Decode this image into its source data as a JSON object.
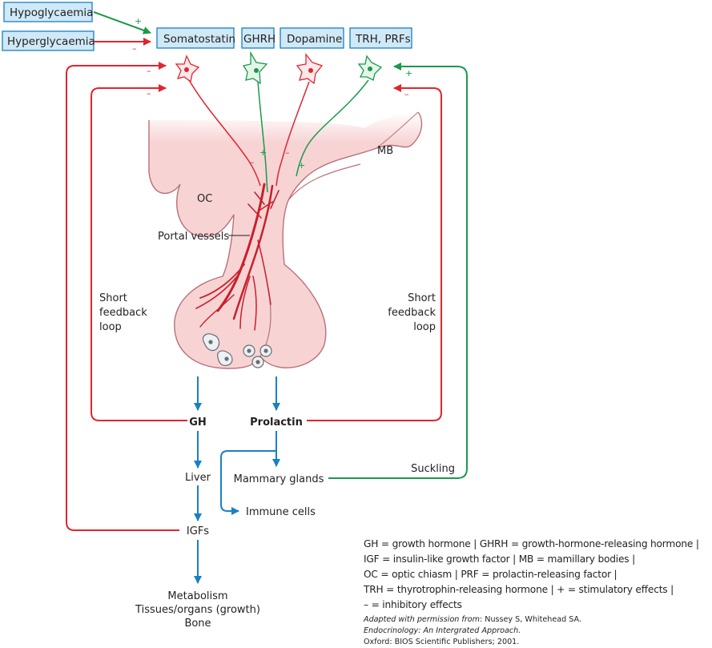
{
  "colors": {
    "stimulatory": "#1a9a4a",
    "inhibitory": "#e0262e",
    "secretion": "#1a80c4",
    "box_fill": "#cfe9f7",
    "box_border": "#1a80c4",
    "tissue_fill": "#f7d3d4",
    "tissue_border": "#b9707a",
    "vessel": "#c8202a"
  },
  "inputs": {
    "hypoglycaemia": "Hypoglycaemia",
    "hyperglycaemia": "Hyperglycaemia"
  },
  "hypothalamic_boxes": [
    {
      "label": "Somatostatin",
      "effect": "inhibitory"
    },
    {
      "label": "GHRH",
      "effect": "stimulatory"
    },
    {
      "label": "Dopamine",
      "effect": "inhibitory"
    },
    {
      "label": "TRH, PRFs",
      "effect": "stimulatory"
    }
  ],
  "signs": {
    "plus": "+",
    "minus": "–"
  },
  "anatomy": {
    "oc": "OC",
    "mb": "MB",
    "portal_vessels": "Portal vessels"
  },
  "feedback": {
    "left": [
      "Short",
      "feedback",
      "loop"
    ],
    "right": [
      "Short",
      "feedback",
      "loop"
    ]
  },
  "hormones": {
    "gh": "GH",
    "prolactin": "Prolactin"
  },
  "targets": {
    "liver": "Liver",
    "igfs": "IGFs",
    "mammary": "Mammary glands",
    "immune": "Immune cells",
    "suckling": "Suckling",
    "effects": [
      "Metabolism",
      "Tissues/organs (growth)",
      "Bone"
    ]
  },
  "legend": [
    "GH = growth hormone  |  GHRH = growth-hormone-releasing hormone  |",
    "IGF = insulin-like growth factor  |  MB = mamillary bodies  |",
    "OC = optic chiasm  |  PRF = prolactin-releasing factor  |",
    "TRH = thyrotrophin-releasing hormone  |  + = stimulatory effects  |",
    "– = inhibitory effects"
  ],
  "credit": {
    "line1_italic": "Adapted with permission from",
    "line1_rest": ": Nussey S, Whitehead SA.",
    "line2": "Endocrinology: An Intergrated Approach.",
    "line3": "Oxford: BIOS Scientific Publishers; 2001."
  }
}
